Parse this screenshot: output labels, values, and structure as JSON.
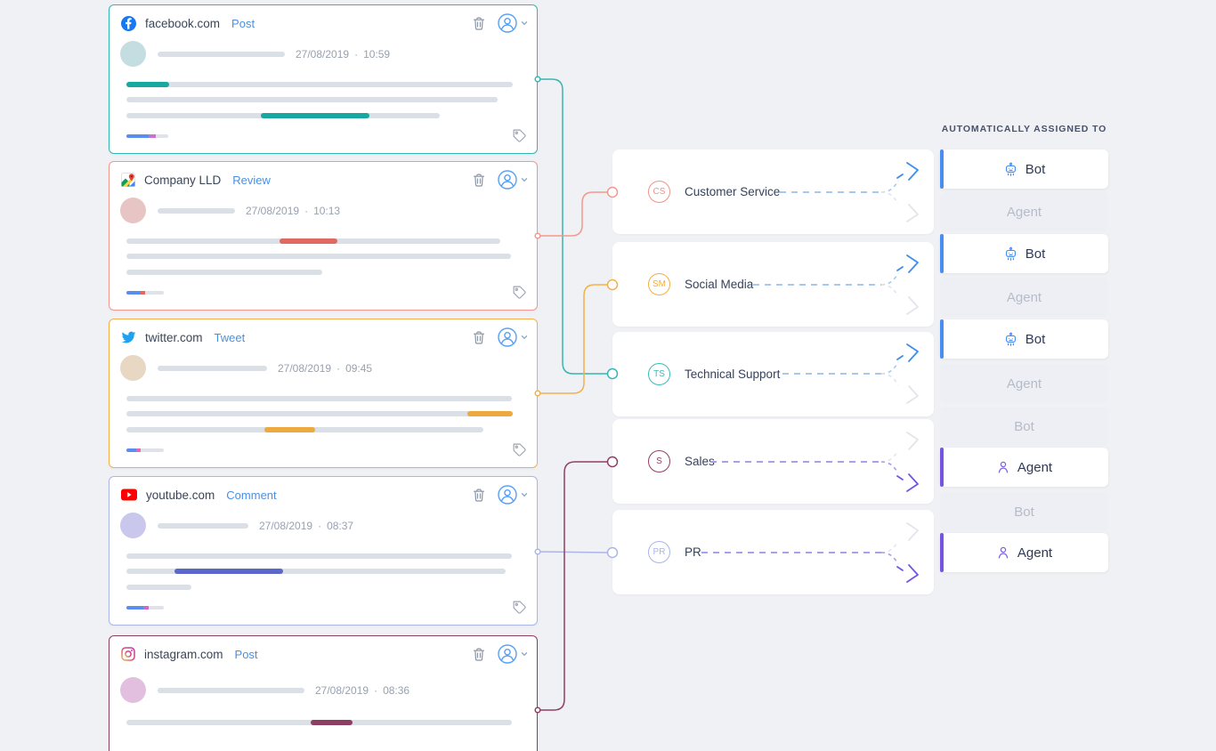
{
  "assigned_header": {
    "label": "AUTOMATICALLY ASSIGNED TO"
  },
  "date_separator": "·",
  "options": {
    "bot": "Bot",
    "agent": "Agent"
  },
  "colors": {
    "page_bg": "#f0f1f5",
    "link_blue": "#4a90e2",
    "text_dark": "#36425a",
    "text_gray": "#98a1b0",
    "placeholder_gray": "#dbdfe6",
    "progress_blue": "#5b8cf0",
    "dash_blue": "#a9c8f0",
    "dash_purple": "#ab9fe8",
    "arrow_blue": "#3f8cea",
    "arrow_purple": "#7455e0",
    "inactive_arrow": "#e2e5ec",
    "bot_accent": "#4a8df0",
    "agent_accent": "#7455e0",
    "inactive_cell_bg": "#edeff4",
    "inactive_cell_text": "#b5bcc9"
  },
  "posts": [
    {
      "source": "facebook.com",
      "action": "Post",
      "date": "27/08/2019",
      "time": "10:59",
      "accent": "#35b6b0",
      "accent_strong": "#17a8a1",
      "avatar_color": "#c3dde1",
      "progress2_color": "#c573ce",
      "connects_to": "Technical Support"
    },
    {
      "source": "Company LLD",
      "action": "Review",
      "date": "27/08/2019",
      "time": "10:13",
      "accent": "#f2988f",
      "accent_strong": "#df6a62",
      "avatar_color": "#e7c5c4",
      "progress2_color": "#df6a62",
      "connects_to": "Customer Service"
    },
    {
      "source": "twitter.com",
      "action": "Tweet",
      "date": "27/08/2019",
      "time": "09:45",
      "accent": "#f2b04d",
      "accent_strong": "#eda93f",
      "avatar_color": "#e8d7c2",
      "progress2_color": "#ea66ae",
      "connects_to": "Social Media"
    },
    {
      "source": "youtube.com",
      "action": "Comment",
      "date": "27/08/2019",
      "time": "08:37",
      "accent": "#abb5e8",
      "accent_strong": "#5c68c9",
      "avatar_color": "#cac7ec",
      "progress2_color": "#c66cc9",
      "connects_to": "PR"
    },
    {
      "source": "instagram.com",
      "action": "Post",
      "date": "27/08/2019",
      "time": "08:36",
      "accent": "#8f3e63",
      "accent_strong": "#8f3e63",
      "avatar_color": "#e3bfdf",
      "progress2_color": "#c573ce",
      "connects_to": "Sales"
    }
  ],
  "categories": [
    {
      "badge": "CS",
      "label": "Customer Service",
      "color": "#f0928b",
      "assigned": "bot"
    },
    {
      "badge": "SM",
      "label": "Social Media",
      "color": "#f3ac45",
      "assigned": "bot"
    },
    {
      "badge": "TS",
      "label": "Technical Support",
      "color": "#38bdb6",
      "assigned": "bot"
    },
    {
      "badge": "S",
      "label": "Sales",
      "color": "#8f3e63",
      "assigned": "agent"
    },
    {
      "badge": "PR",
      "label": "PR",
      "color": "#aab4e9",
      "assigned": "agent"
    }
  ],
  "connections": [
    {
      "source": "facebook.com",
      "category": "Technical Support"
    },
    {
      "source": "Company LLD",
      "category": "Customer Service"
    },
    {
      "source": "twitter.com",
      "category": "Social Media"
    },
    {
      "source": "youtube.com",
      "category": "PR"
    },
    {
      "source": "instagram.com",
      "category": "Sales"
    }
  ]
}
